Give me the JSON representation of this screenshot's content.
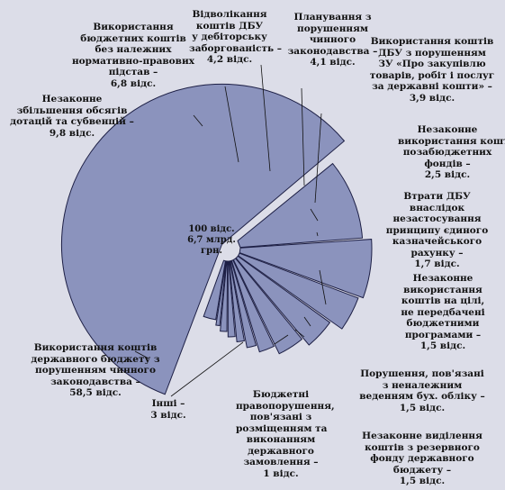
{
  "chart_data": {
    "type": "pie",
    "center_label": [
      "100 відс.",
      "6,7 млрд. грн."
    ],
    "slices": [
      {
        "label": [
          "Використання коштів",
          "державного бюджету з",
          "порушенням чинного",
          "законодавства –",
          "58,5 відс."
        ],
        "value": 58.5
      },
      {
        "label": [
          "Незаконне",
          "збільшення обсягів",
          "дотацій та субвенцій –",
          "9,8 відс."
        ],
        "value": 9.8
      },
      {
        "label": [
          "Використання",
          "бюджетних коштів",
          "без належних",
          "нормативно-правових",
          "підстав –",
          "6,8 відс."
        ],
        "value": 6.8
      },
      {
        "label": [
          "Відволікання",
          "коштів ДБУ",
          "у дебіторську",
          "заборгованість –",
          "4,2 відс."
        ],
        "value": 4.2
      },
      {
        "label": [
          "Планування з",
          "порушенням",
          "чинного",
          "законодавства –",
          "4,1 відс."
        ],
        "value": 4.1
      },
      {
        "label": [
          "Використання коштів",
          "ДБУ з порушенням",
          "ЗУ «Про закупівлю",
          "товарів, робіт і послуг",
          "за державні кошти» –",
          "3,9 відс."
        ],
        "value": 3.9
      },
      {
        "label": [
          "Незаконне",
          "використання коштів",
          "позабюджетних",
          "фондів –",
          "2,5 відс."
        ],
        "value": 2.5
      },
      {
        "label": [
          "Втрати ДБУ",
          "внаслідок",
          "незастосування",
          "принципу єдиного",
          "казначейського",
          "рахунку –",
          "1,7 відс."
        ],
        "value": 1.7
      },
      {
        "label": [
          "Незаконне",
          "використання",
          "коштів на цілі,",
          "не передбачені",
          "бюджетними",
          "програмами –",
          "1,5 відс."
        ],
        "value": 1.5
      },
      {
        "label": [
          "Порушення, пов'язані",
          "з неналежним",
          "веденням бух. обліку –",
          "1,5 відс."
        ],
        "value": 1.5
      },
      {
        "label": [
          "Незаконне виділення",
          "коштів з резервного",
          "фонду державного",
          "бюджету –",
          "1,5 відс."
        ],
        "value": 1.5
      },
      {
        "label": [
          "Бюджетні",
          "правопорушення,",
          "пов'язані з",
          "розміщенням та",
          "виконанням",
          "державного",
          "замовлення –",
          "1 відс."
        ],
        "value": 1.0
      },
      {
        "label": [
          "Інші –",
          "3 відс."
        ],
        "value": 3.0
      }
    ]
  }
}
